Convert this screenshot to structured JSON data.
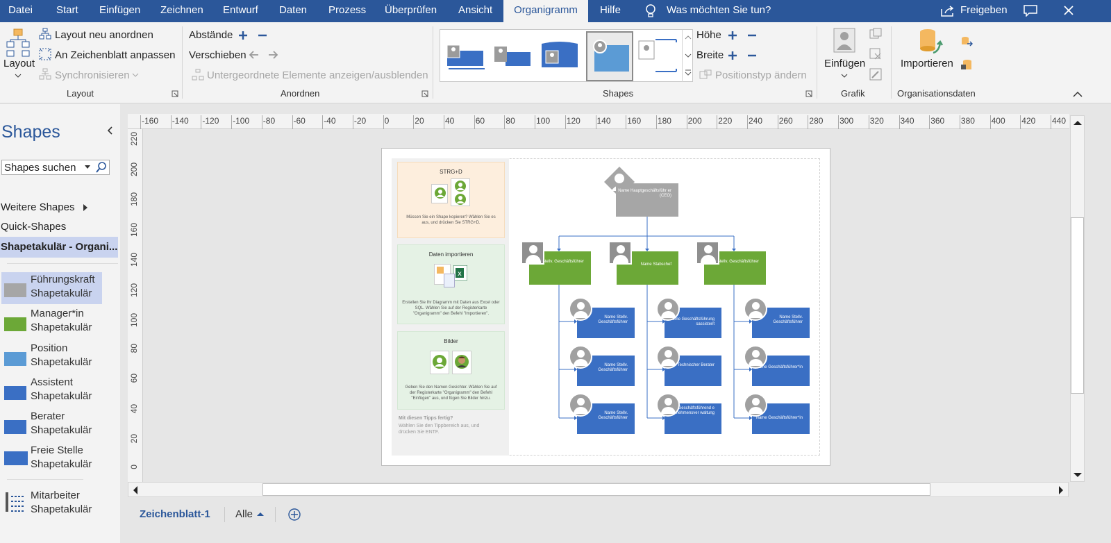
{
  "tabs": [
    "Datei",
    "Start",
    "Einfügen",
    "Zeichnen",
    "Entwurf",
    "Daten",
    "Prozess",
    "Überprüfen",
    "Ansicht",
    "Organigramm",
    "Hilfe"
  ],
  "tell_me": "Was möchten Sie tun?",
  "share": "Freigeben",
  "ribbon": {
    "layout": {
      "big": "Layout",
      "relayout": "Layout neu anordnen",
      "fit": "An Zeichenblatt anpassen",
      "sync": "Synchronisieren",
      "label": "Layout"
    },
    "arrange": {
      "spacing": "Abstände",
      "move": "Verschieben",
      "show_hide": "Untergeordnete Elemente anzeigen/ausblenden",
      "label": "Anordnen"
    },
    "shapes": {
      "height": "Höhe",
      "width": "Breite",
      "pos_type": "Positionstyp ändern",
      "label": "Shapes"
    },
    "graphics": {
      "insert": "Einfügen",
      "label": "Grafik"
    },
    "orgdata": {
      "import": "Importieren",
      "label": "Organisationsdaten"
    }
  },
  "sidebar": {
    "title": "Shapes",
    "search_placeholder": "Shapes suchen",
    "more": "Weitere Shapes",
    "quick": "Quick-Shapes",
    "active": "Shapetakulär - Organi...",
    "stencils": [
      {
        "l1": "Führungskraft",
        "l2": "Shapetakulär",
        "color": "#a6a6a6"
      },
      {
        "l1": "Manager*in",
        "l2": "Shapetakulär",
        "color": "#6ca837"
      },
      {
        "l1": "Position",
        "l2": "Shapetakulär",
        "color": "#5b9bd5"
      },
      {
        "l1": "Assistent",
        "l2": "Shapetakulär",
        "color": "#3a6fc4"
      },
      {
        "l1": "Berater",
        "l2": "Shapetakulär",
        "color": "#3a6fc4"
      },
      {
        "l1": "Freie Stelle",
        "l2": "Shapetakulär",
        "color": "#3a6fc4"
      },
      {
        "l1": "Mitarbeiter",
        "l2": "Shapetakulär",
        "color": "#2b579a"
      }
    ]
  },
  "ruler_h": [
    "-160",
    "-140",
    "-120",
    "-100",
    "-80",
    "-60",
    "-40",
    "-20",
    "0",
    "20",
    "40",
    "60",
    "80",
    "100",
    "120",
    "140",
    "160",
    "180",
    "200",
    "220",
    "240",
    "260",
    "280",
    "300",
    "320",
    "340",
    "360",
    "380",
    "400",
    "420",
    "440"
  ],
  "ruler_v": [
    "220",
    "200",
    "180",
    "160",
    "140",
    "120",
    "100",
    "80",
    "60",
    "40",
    "20",
    "0"
  ],
  "tips": {
    "c1_title": "STRG+D",
    "c1_body": "Müssen Sie ein Shape kopieren? Wählen Sie es aus, und drücken Sie STRG+D.",
    "c2_title": "Daten importieren",
    "c2_body": "Erstellen Sie Ihr Diagramm mit Daten aus Excel oder SQL. Wählen Sie auf der Registerkarte \"Organigramm\" den Befehl \"Importieren\".",
    "c3_title": "Bilder",
    "c3_body": "Geben Sie den Namen Gesichter. Wählen Sie auf der Registerkarte \"Organigramm\" den Befehl \"Einfügen\" aus, und fügen Sie Bilder hinzu.",
    "done_title": "Mit diesen Tipps fertig?",
    "done_body": "Wählen Sie den Tippbereich aus, und drücken Sie ENTF."
  },
  "org": {
    "ceo": "Name Hauptgeschäftsführ er (CEO)",
    "mgr": [
      "Name Stellv. Geschäftsführer",
      "Name Stabschef",
      "Name Stellv. Geschäftsführer"
    ],
    "col1": [
      "Name Stellv. Geschäftsführer",
      "Name Stellv. Geschäftsführer",
      "Name Stellv. Geschäftsführer"
    ],
    "col2": [
      "Name Geschäftsführung sassistent",
      "Name Technischer Berater",
      "Name Geschäftsführend e Unternehmensver waltung"
    ],
    "col3": [
      "Name Stellv. Geschäftsführer",
      "Name Geschäftsführer*in",
      "Name Geschäftsführer*in"
    ]
  },
  "sheets": {
    "page": "Zeichenblatt-1",
    "all": "Alle"
  }
}
